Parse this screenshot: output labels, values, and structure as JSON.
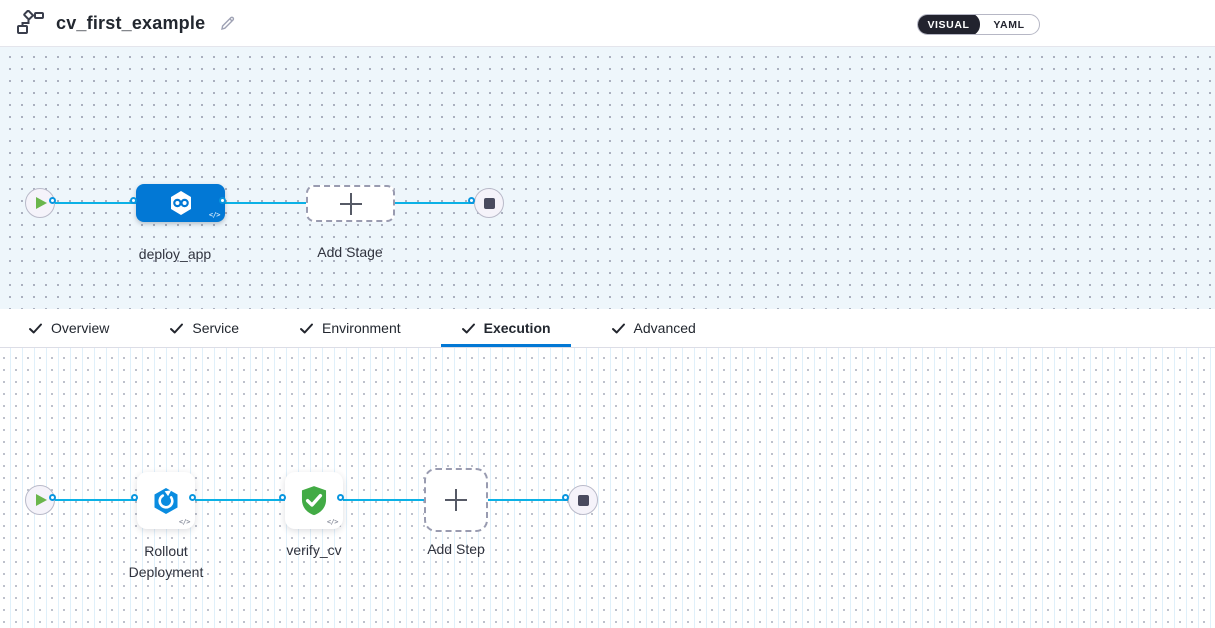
{
  "header": {
    "title": "cv_first_example",
    "toggle": {
      "visual_label": "VISUAL",
      "yaml_label": "YAML",
      "selected": "VISUAL"
    }
  },
  "stage_pipeline": {
    "stage": {
      "name": "deploy_app",
      "icon": "cd-infinity-icon"
    },
    "add_stage_label": "Add Stage",
    "start_icon": "play-icon",
    "end_icon": "stop-icon"
  },
  "tabs": [
    {
      "label": "Overview",
      "checked": true,
      "active": false
    },
    {
      "label": "Service",
      "checked": true,
      "active": false
    },
    {
      "label": "Environment",
      "checked": true,
      "active": false
    },
    {
      "label": "Execution",
      "checked": true,
      "active": true
    },
    {
      "label": "Advanced",
      "checked": true,
      "active": false
    }
  ],
  "execution_pipeline": {
    "steps": [
      {
        "name": "Rollout Deployment",
        "icon": "rollout-deployment-icon"
      },
      {
        "name": "verify_cv",
        "icon": "verify-shield-icon"
      }
    ],
    "add_step_label": "Add Step",
    "start_icon": "play-icon",
    "end_icon": "stop-icon"
  },
  "colors": {
    "accent_blue": "#0278d5",
    "flow_line_blue": "#0bb1e6",
    "stage_node_blue": "#0278d5",
    "rollout_icon_blue": "#0a8ce0",
    "verify_green": "#42ab45",
    "play_green": "#6bb64c",
    "stop_slate": "#4a4b5f",
    "canvas_top_bg": "#eef6fb"
  }
}
